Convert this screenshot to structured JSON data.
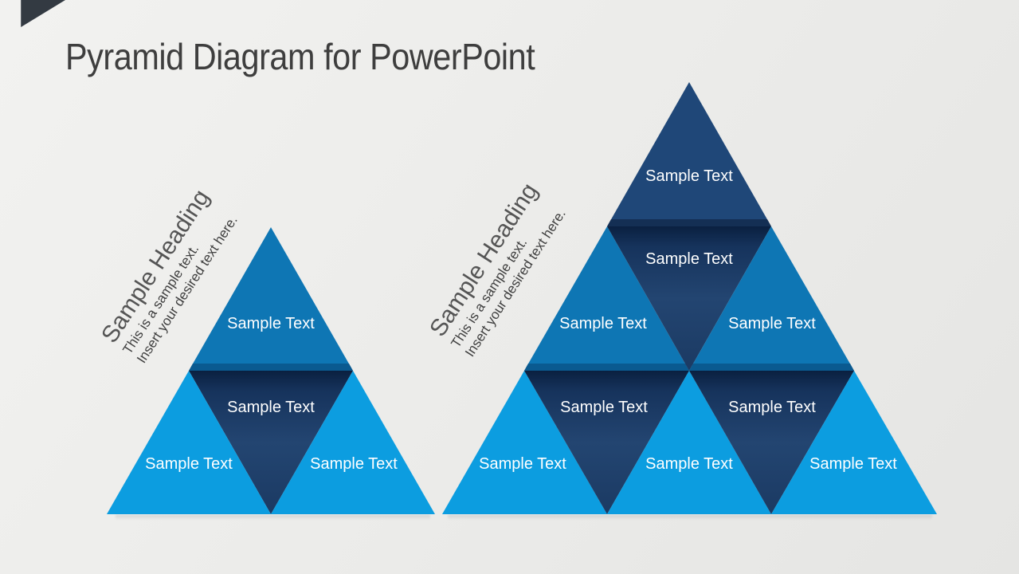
{
  "slide": {
    "title": "Pyramid Diagram for PowerPoint"
  },
  "colors": {
    "bright_blue": "#0C9DE0",
    "medium_blue": "#0E76B4",
    "dark_navy": "#1F4778",
    "band_medium": "#0A5A90",
    "band_navy": "#142F54",
    "inverted_center": "#234571",
    "inverted_shadow": "#0A2040",
    "corner_accent": "#333A42",
    "label_text": "#FFFFFF",
    "heading_gray": "#555555",
    "body_gray": "#3F3F3F",
    "title_gray": "#3E3E3E"
  },
  "captions": {
    "left": {
      "heading": "Sample Heading",
      "line1": "This is a sample text.",
      "line2": "Insert your desired text here."
    },
    "right": {
      "heading": "Sample Heading",
      "line1": "This is a sample text.",
      "line2": "Insert your desired text here."
    }
  },
  "pyramids": {
    "left": {
      "rows": 2,
      "cells": [
        {
          "id": "top",
          "label": "Sample Text"
        },
        {
          "id": "center-inverted",
          "label": "Sample Text"
        },
        {
          "id": "bottom-left",
          "label": "Sample Text"
        },
        {
          "id": "bottom-right",
          "label": "Sample Text"
        }
      ]
    },
    "right": {
      "rows": 3,
      "cells": [
        {
          "id": "top",
          "label": "Sample Text"
        },
        {
          "id": "row2-inverted",
          "label": "Sample Text"
        },
        {
          "id": "row2-left",
          "label": "Sample Text"
        },
        {
          "id": "row2-right",
          "label": "Sample Text"
        },
        {
          "id": "row3-inverted-left",
          "label": "Sample Text"
        },
        {
          "id": "row3-inverted-right",
          "label": "Sample Text"
        },
        {
          "id": "row3-left",
          "label": "Sample Text"
        },
        {
          "id": "row3-middle",
          "label": "Sample Text"
        },
        {
          "id": "row3-right",
          "label": "Sample Text"
        }
      ]
    }
  }
}
